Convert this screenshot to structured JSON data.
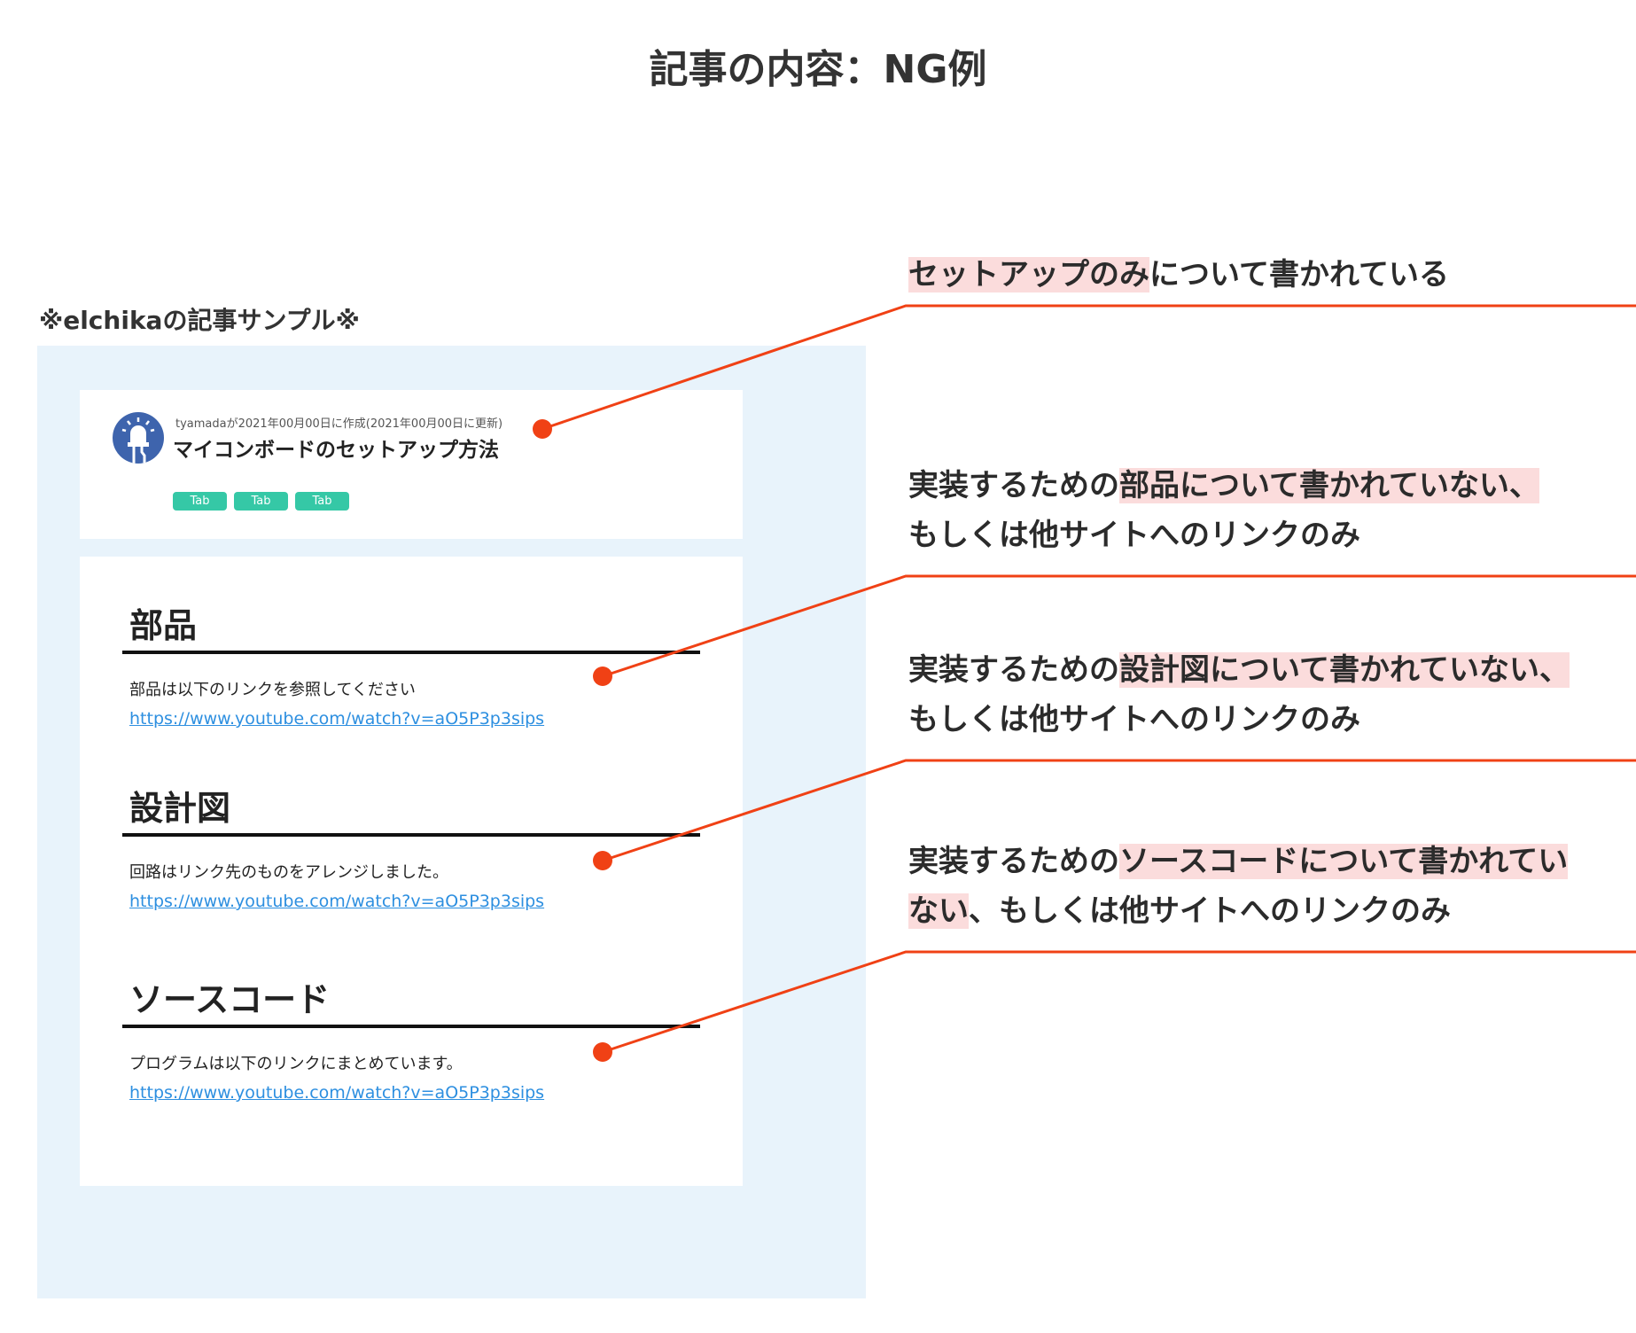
{
  "page": {
    "title": "記事の内容：NG例",
    "sample_caption": "※elchikaの記事サンプル※"
  },
  "article": {
    "meta": "tyamadaが2021年00月00日に作成(2021年00月00日に更新)",
    "title": "マイコンボードのセットアップ方法",
    "avatar_icon": "led-icon",
    "tags": [
      "Tab",
      "Tab",
      "Tab"
    ],
    "sections": [
      {
        "heading": "部品",
        "text": "部品は以下のリンクを参照してください",
        "link": "https://www.youtube.com/watch?v=aO5P3p3sips"
      },
      {
        "heading": "設計図",
        "text": "回路はリンク先のものをアレンジしました。",
        "link": "https://www.youtube.com/watch?v=aO5P3p3sips"
      },
      {
        "heading": "ソースコード",
        "text": "プログラムは以下のリンクにまとめています。",
        "link": "https://www.youtube.com/watch?v=aO5P3p3sips"
      }
    ]
  },
  "notes": [
    {
      "line1": [
        {
          "text": "セットアップのみ",
          "hl": true
        },
        {
          "text": "について書かれている",
          "hl": false
        }
      ]
    },
    {
      "line1": [
        {
          "text": "実装するための",
          "hl": false
        },
        {
          "text": "部品について書かれていない、",
          "hl": true
        }
      ],
      "line2": "もしくは他サイトへのリンクのみ"
    },
    {
      "line1": [
        {
          "text": "実装するための",
          "hl": false
        },
        {
          "text": "設計図について書かれていない、",
          "hl": true
        }
      ],
      "line2": "もしくは他サイトへのリンクのみ"
    },
    {
      "line1": [
        {
          "text": "実装するための",
          "hl": false
        },
        {
          "text": "ソースコードについて書かれてい",
          "hl": true
        }
      ],
      "line2_hl": "ない",
      "line2": "、もしくは他サイトへのリンクのみ"
    }
  ],
  "colors": {
    "callout": "#f04115",
    "highlight": "#fbdcdc",
    "sample_bg": "#e8f3fb",
    "tag": "#35c8a6",
    "link": "#2d8fe0"
  }
}
